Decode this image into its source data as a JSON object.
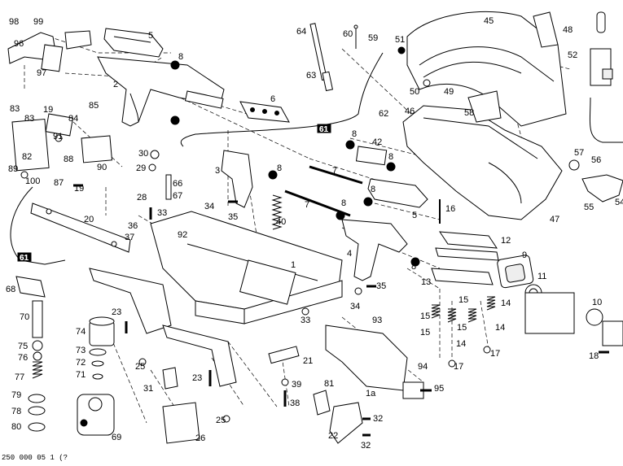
{
  "diagram": {
    "callouts": [
      "98",
      "99",
      "96",
      "97",
      "5",
      "8",
      "64",
      "60",
      "59",
      "51",
      "45",
      "48",
      "52",
      "2",
      "63",
      "49",
      "50",
      "83",
      "19",
      "85",
      "84",
      "91",
      "88",
      "90",
      "82",
      "89",
      "100",
      "87",
      "19",
      "6",
      "62",
      "61",
      "8",
      "42",
      "8",
      "46",
      "58",
      "57",
      "56",
      "55",
      "54",
      "30",
      "29",
      "66",
      "28",
      "67",
      "3",
      "8",
      "7",
      "7",
      "8",
      "8",
      "16",
      "5",
      "47",
      "20",
      "36",
      "37",
      "33",
      "92",
      "34",
      "35",
      "40",
      "8",
      "4",
      "12",
      "9",
      "61",
      "1",
      "13",
      "11",
      "68",
      "70",
      "74",
      "23",
      "75",
      "76",
      "77",
      "73",
      "72",
      "71",
      "79",
      "78",
      "80",
      "69",
      "25",
      "31",
      "23",
      "25",
      "26",
      "21",
      "39",
      "38",
      "81",
      "93",
      "1a",
      "94",
      "95",
      "22",
      "32",
      "32",
      "15",
      "15",
      "15",
      "15",
      "14",
      "14",
      "17",
      "17",
      "33",
      "34",
      "35",
      "10",
      "18"
    ],
    "boxed_callouts": [
      "61",
      "61"
    ],
    "footer": "250 000 05 1 (?"
  }
}
